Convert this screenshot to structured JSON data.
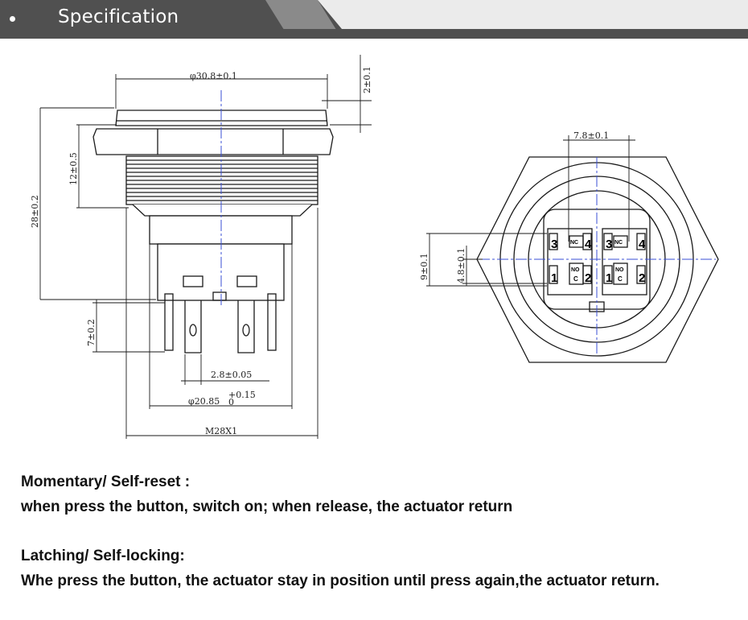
{
  "header": {
    "title": "Specification"
  },
  "dimensions": {
    "head_diameter": "φ30.8±0.1",
    "head_height": "2±0.1",
    "thread_length": "12±0.5",
    "total_length": "28±0.2",
    "terminal_length": "7±0.2",
    "terminal_width": "2.8±0.05",
    "body_diameter": "φ20.85",
    "body_tol_plus": "+0.15",
    "body_tol_minus": "0",
    "thread_spec": "M28X1",
    "pin_spacing_h": "7.8±0.1",
    "pin_spacing_v1": "9±0.1",
    "pin_spacing_v2": "4.8±0.1"
  },
  "terminals": {
    "pin_3": "3",
    "pin_4": "4",
    "pin_1": "1",
    "pin_2": "2",
    "nc": "NC",
    "no": "NO",
    "c": "C"
  },
  "descriptions": {
    "momentary_title": "Momentary/ Self-reset :",
    "momentary_text": "when press the button, switch on; when release, the actuator return",
    "latching_title": "Latching/ Self-locking:",
    "latching_text": "Whe press the button, the actuator stay in position until press again,the actuator return."
  },
  "colors": {
    "banner_dark": "#505050",
    "banner_light": "#ebebeb",
    "centerline": "#3a4fd6",
    "line": "#1a1a1a"
  }
}
